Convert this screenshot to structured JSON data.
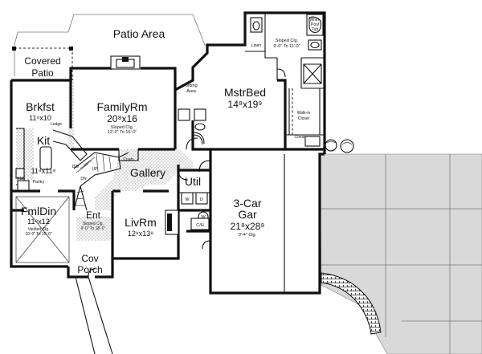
{
  "labels": {
    "patio_area": "Patio Area",
    "covered_patio_1": "Covered",
    "covered_patio_2": "Patio",
    "brkfst": "Brkfst",
    "brkfst_dim": "11⁸x10",
    "familyrm": "FamilyRm",
    "familyrm_dim": "20⁸x16",
    "familyrm_clg_1": "Sloped Clg.",
    "familyrm_clg_2": "12'-0\" To 16'-0\"",
    "sitting_1": "Sitting",
    "sitting_2": "Area",
    "mstrbed": "MstrBed",
    "mstrbed_dim": "14⁸x19⁹",
    "mstr_clg_1": "Sloped Clg.",
    "mstr_clg_2": "9'-0\" To 11'-0\"",
    "linen": "Linen",
    "whirlpool_1": "Whirl-",
    "whirlpool_2": "Pool",
    "whirlpool_3": "Tub",
    "walkin_1": "Walk-in",
    "walkin_2": "Closet",
    "chest": "Chest",
    "kit": "Kit",
    "kit_dim": "11⁸x11⁹",
    "pantry": "Pantry",
    "ledge": "Ledge",
    "dw": "DW",
    "ref": "REF",
    "dn": "DN",
    "up": "UP",
    "coats": "Coats",
    "gallery": "Gallery",
    "util": "Util",
    "washer": "W",
    "dryer": "D",
    "fmldin": "FmlDin",
    "fmldin_dim": "11⁸x12",
    "fmldin_clg_1": "Vaulted Clg.",
    "fmldin_clg_2": "10'-0\" To 15'-0\"",
    "ent": "Ent",
    "ent_clg_1": "Sloped Clg.",
    "ent_clg_2": "9'-0\" To 18'-0\"",
    "livrm": "LivRm",
    "livrm_dim": "12⁸x13⁹",
    "wh": "W",
    "ch": "C/H",
    "garage_1": "3-Car",
    "garage_2": "Gar",
    "garage_dim": "21⁸x28⁸",
    "garage_clg": "9'-4\" Clg.",
    "cov_porch_1": "Cov",
    "cov_porch_2": "Porch"
  },
  "colors": {
    "wall": "#111111",
    "background": "#ffffff",
    "driveway": "#d9d9d9"
  }
}
